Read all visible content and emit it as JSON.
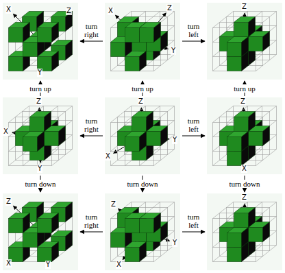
{
  "diagram": {
    "nodes": [
      {
        "text": [
          "X",
          "Z",
          "Y"
        ]
      },
      {
        "text": [
          "X",
          "Z",
          "Y"
        ]
      },
      {
        "text": [
          "Z"
        ]
      },
      {
        "text": [
          "X",
          "Z",
          "Y"
        ]
      },
      {
        "text": [
          "Z",
          "X",
          "Y"
        ]
      },
      {
        "text": [
          "Z",
          "X"
        ]
      },
      {
        "text": [
          "Z",
          "X",
          "Y"
        ]
      },
      {
        "text": [
          "Z",
          "Y",
          "X"
        ]
      },
      {
        "text": [
          "Z"
        ]
      }
    ],
    "edges": [
      {
        "from": 1,
        "to": 0,
        "arrow": "to",
        "label": "turn right"
      },
      {
        "from": 1,
        "to": 2,
        "arrow": "to",
        "label": "turn left"
      },
      {
        "from": 3,
        "to": 0,
        "arrow": "to",
        "label": "turn up"
      },
      {
        "from": 4,
        "to": 1,
        "arrow": "to",
        "label": "turn up"
      },
      {
        "from": 5,
        "to": 2,
        "arrow": "to",
        "label": "turn up"
      },
      {
        "from": 4,
        "to": 3,
        "arrow": "to",
        "label": "turn right"
      },
      {
        "from": 4,
        "to": 5,
        "arrow": "to",
        "label": "turn left"
      },
      {
        "from": 3,
        "to": 6,
        "arrow": "to",
        "label": "turn down"
      },
      {
        "from": 4,
        "to": 7,
        "arrow": "to",
        "label": "turn down"
      },
      {
        "from": 5,
        "to": 8,
        "arrow": "to",
        "label": "turn down"
      },
      {
        "from": 7,
        "to": 6,
        "arrow": "to",
        "label": "turn right"
      },
      {
        "from": 7,
        "to": 8,
        "arrow": "to",
        "label": "turn left"
      }
    ]
  }
}
